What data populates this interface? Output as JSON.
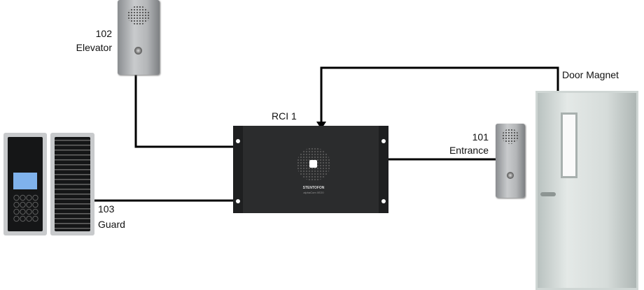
{
  "title": "RCI 1 door access wiring diagram",
  "devices": {
    "elevator": {
      "number": "102",
      "name": "Elevator"
    },
    "guard": {
      "number": "103",
      "name": "Guard"
    },
    "entrance": {
      "number": "101",
      "name": "Entrance"
    },
    "rci": {
      "label": "RCI 1",
      "brand": "STENTOFON",
      "model": "alphaCom XE20"
    },
    "door": {
      "label": "Door Magnet"
    }
  },
  "colors": {
    "wire": "#000000",
    "rack": "#2b2c2d",
    "door": "#d6dcda"
  }
}
